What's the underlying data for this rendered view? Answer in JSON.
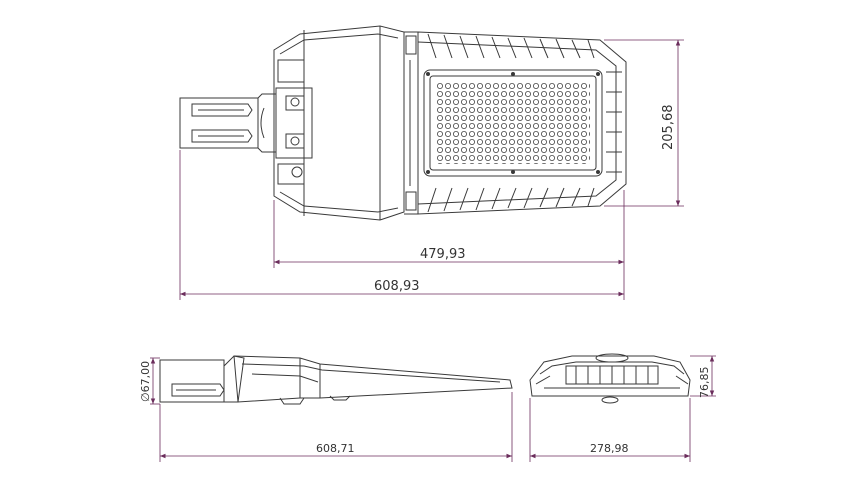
{
  "colors": {
    "line": "#3a3a3a",
    "dimension": "#6b2d5c",
    "text": "#333333"
  },
  "top_view": {
    "width_label": "479,93",
    "overall_label": "608,93",
    "height_label": "205,68"
  },
  "side_view": {
    "length_label": "608,71",
    "diameter_label": "∅67,00"
  },
  "end_view": {
    "width_label": "278,98",
    "height_label": "76,85"
  }
}
